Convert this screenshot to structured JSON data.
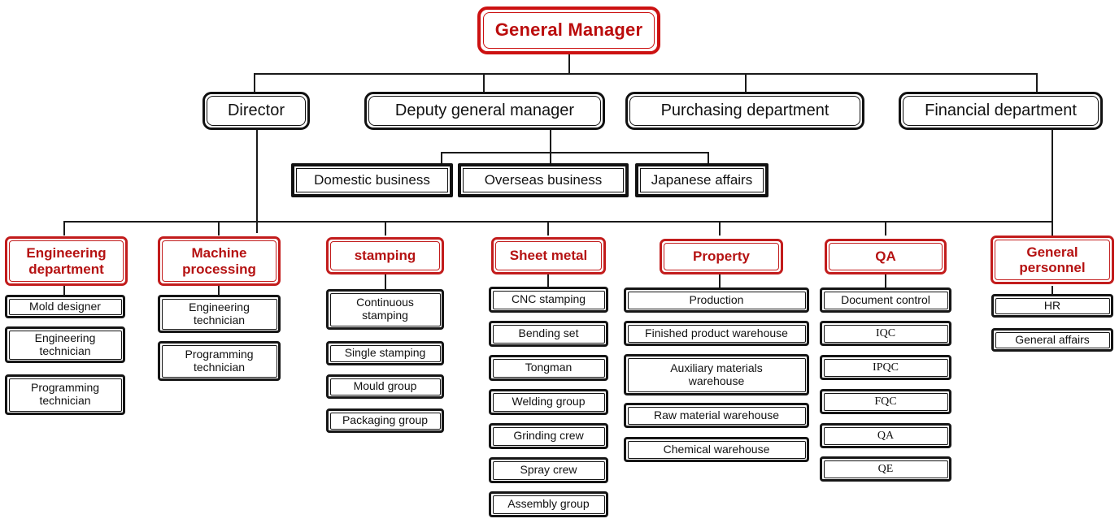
{
  "root": {
    "label": "General Manager",
    "color": "#bb0d0d"
  },
  "level2": [
    {
      "label": "Director"
    },
    {
      "label": "Deputy general manager"
    },
    {
      "label": "Purchasing department"
    },
    {
      "label": "Financial department"
    }
  ],
  "business": [
    {
      "label": "Domestic business"
    },
    {
      "label": "Overseas business"
    },
    {
      "label": "Japanese affairs"
    }
  ],
  "departments": [
    {
      "header": "Engineering\ndepartment",
      "items": [
        "Mold designer",
        "Engineering\ntechnician",
        "Programming\ntechnician"
      ]
    },
    {
      "header": "Machine\nprocessing",
      "items": [
        "Engineering\ntechnician",
        "Programming\ntechnician"
      ]
    },
    {
      "header": "stamping",
      "items": [
        "Continuous\nstamping",
        "Single stamping",
        "Mould group",
        "Packaging group"
      ]
    },
    {
      "header": "Sheet metal",
      "items": [
        "CNC stamping",
        "Bending set",
        "Tongman",
        "Welding group",
        "Grinding crew",
        "Spray crew",
        "Assembly group"
      ]
    },
    {
      "header": "Property",
      "items": [
        "Production",
        "Finished product warehouse",
        "Auxiliary materials\nwarehouse",
        "Raw material warehouse",
        "Chemical warehouse"
      ]
    },
    {
      "header": "QA",
      "items": [
        "Document control",
        "IQC",
        "IPQC",
        "FQC",
        "QA",
        "QE"
      ]
    },
    {
      "header": "General\npersonnel",
      "items": [
        "HR",
        "General affairs"
      ]
    }
  ],
  "colors": {
    "accent_red": "#c21c1c",
    "text_red": "#b51212",
    "line": "#1a1a1a",
    "box_black": "#111111",
    "background": "#ffffff"
  }
}
